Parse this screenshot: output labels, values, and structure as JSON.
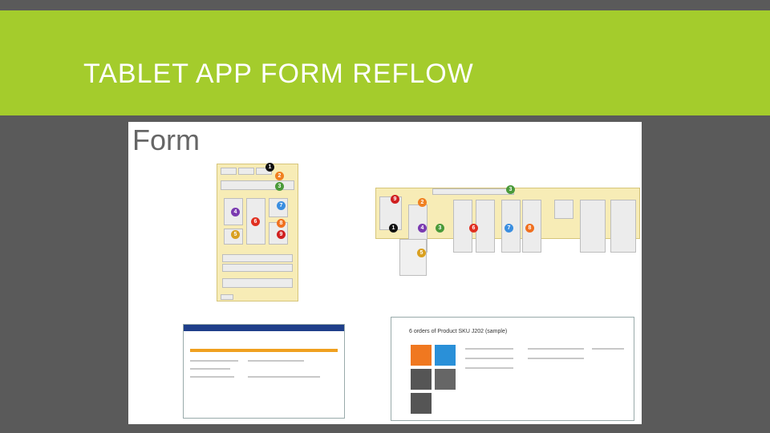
{
  "slide": {
    "title": "TABLET APP FORM REFLOW",
    "image_label": "Form"
  },
  "colors": {
    "title_bar": "#a4cc2c",
    "background": "#5a5a5a",
    "wireframe_fill": "#f7ecb6"
  },
  "markers": {
    "m1": "1",
    "m2": "2",
    "m3": "3",
    "m4": "4",
    "m5": "5",
    "m6": "6",
    "m7": "7",
    "m8": "8",
    "m9": "9"
  },
  "screenshot_right": {
    "heading": "6 orders of Product SKU J202 (sample)"
  }
}
